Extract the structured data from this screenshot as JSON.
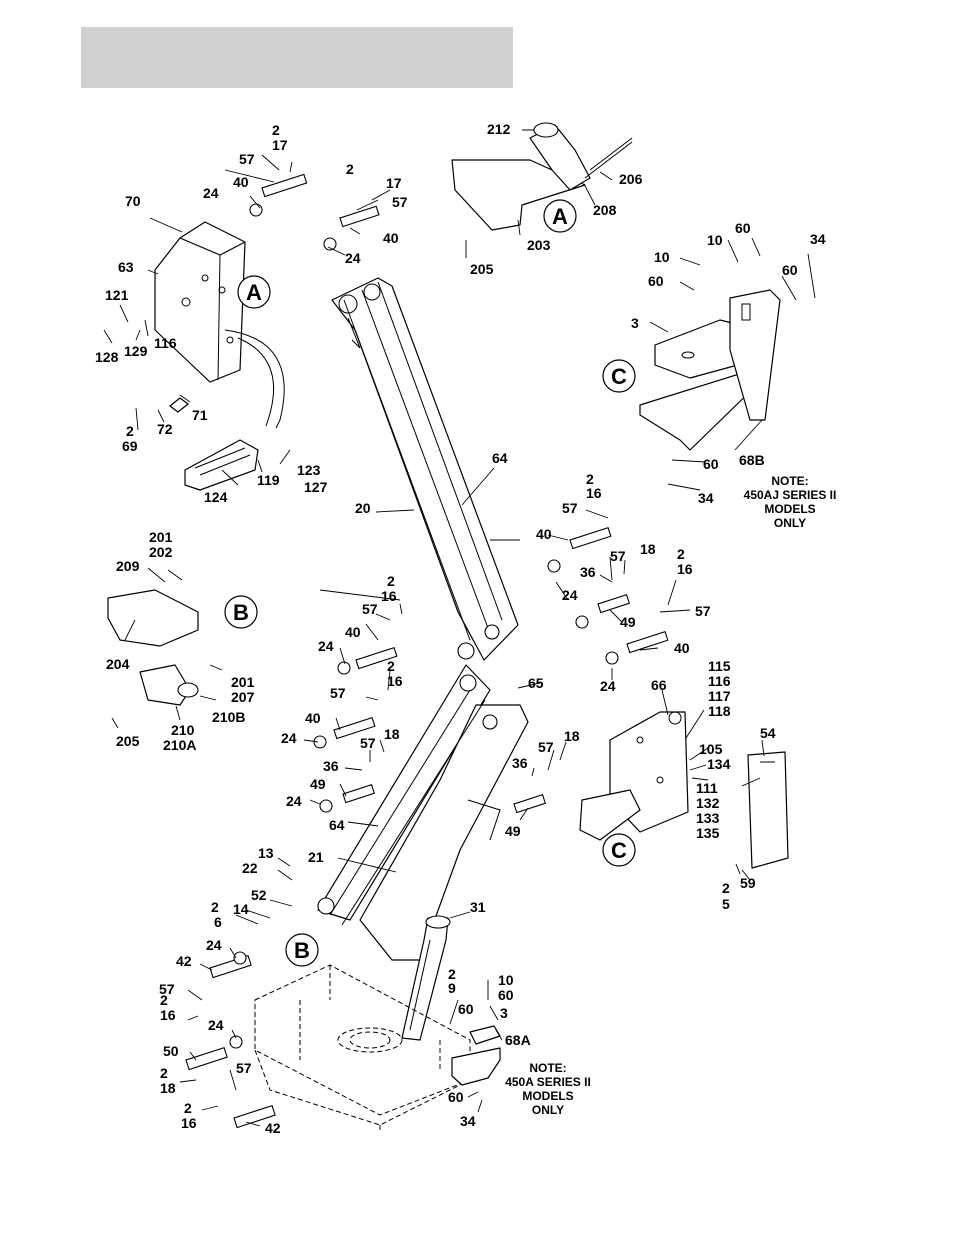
{
  "header": {
    "text": ""
  },
  "callouts": {
    "a1": "A",
    "a2": "A",
    "b1": "B",
    "b2": "B",
    "c1": "C",
    "c2": "C"
  },
  "notes": {
    "aj": [
      "NOTE:",
      "450AJ SERIES II",
      "MODELS",
      "ONLY"
    ],
    "a": [
      "NOTE:",
      "450A SERIES II",
      "MODELS",
      "ONLY"
    ]
  },
  "part_labels": [
    "2",
    "17",
    "57",
    "40",
    "24",
    "70",
    "63",
    "121",
    "128",
    "129",
    "116",
    "2",
    "17",
    "57",
    "40",
    "24",
    "71",
    "72",
    "2",
    "69",
    "124",
    "119",
    "123",
    "127",
    "212",
    "206",
    "208",
    "203",
    "205",
    "10",
    "60",
    "10",
    "34",
    "60",
    "60",
    "3",
    "68B",
    "60",
    "34",
    "20",
    "64",
    "2",
    "16",
    "57",
    "40",
    "18",
    "57",
    "36",
    "24",
    "2",
    "16",
    "57",
    "49",
    "40",
    "201",
    "202",
    "209",
    "204",
    "201",
    "207",
    "210",
    "210A",
    "210B",
    "205",
    "2",
    "16",
    "57",
    "40",
    "24",
    "2",
    "16",
    "57",
    "40",
    "24",
    "65",
    "24",
    "66",
    "115",
    "116",
    "117",
    "118",
    "105",
    "134",
    "111",
    "132",
    "133",
    "135",
    "54",
    "36",
    "57",
    "18",
    "49",
    "24",
    "64",
    "36",
    "57",
    "18",
    "49",
    "13",
    "22",
    "21",
    "52",
    "2",
    "14",
    "6",
    "24",
    "42",
    "57",
    "2",
    "16",
    "31",
    "2",
    "9",
    "10",
    "60",
    "60",
    "3",
    "68A",
    "24",
    "50",
    "2",
    "18",
    "57",
    "2",
    "16",
    "42",
    "60",
    "34",
    "2",
    "5",
    "59"
  ]
}
